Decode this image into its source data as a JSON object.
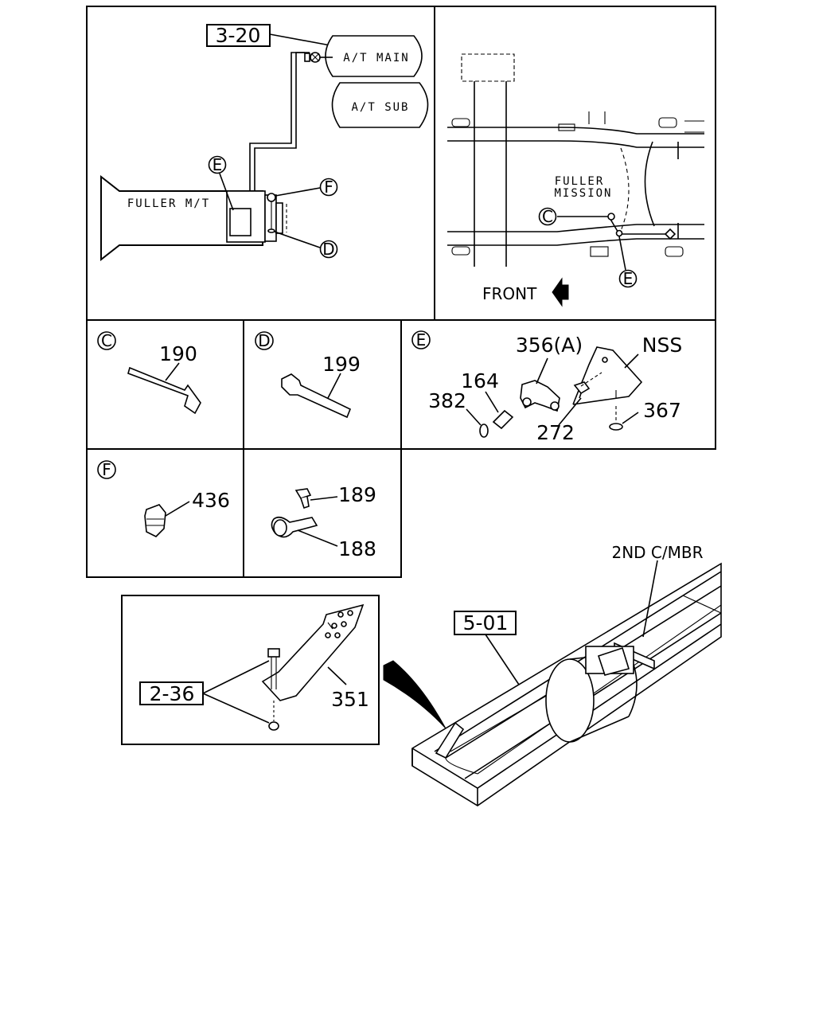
{
  "refs": {
    "r320": "3-20",
    "r501": "5-01",
    "r236": "2-36"
  },
  "labels": {
    "at_main": "A/T MAIN",
    "at_sub": "A/T SUB",
    "fuller_mt": "FULLER M/T",
    "fuller": "FULLER",
    "mission": "MISSION",
    "front": "FRONT",
    "nss": "NSS",
    "second_cmbr": "2ND C/MBR"
  },
  "callouts": {
    "c": "C",
    "d": "D",
    "e": "E",
    "f": "F"
  },
  "parts": {
    "p190": "190",
    "p199": "199",
    "p356": "356(A)",
    "p164": "164",
    "p382": "382",
    "p272": "272",
    "p367": "367",
    "p436": "436",
    "p189": "189",
    "p188": "188",
    "p351": "351"
  }
}
